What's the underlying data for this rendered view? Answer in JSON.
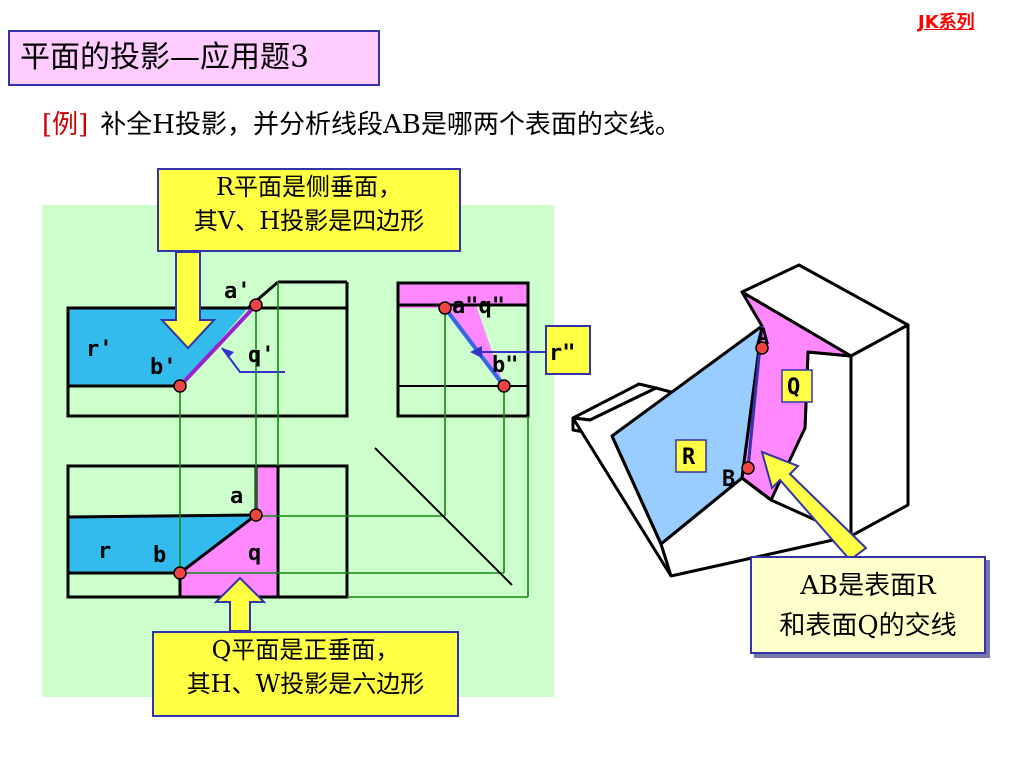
{
  "header": {
    "title": "平面的投影—应用题3",
    "series_tag": "JK系列"
  },
  "example": {
    "tag": "[例]",
    "text": "补全H投影，并分析线段AB是哪两个表面的交线。"
  },
  "callouts": {
    "r_plane_line1": "R平面是侧垂面，",
    "r_plane_line2": "其V、H投影是四边形",
    "q_plane_line1": "Q平面是正垂面，",
    "q_plane_line2": "其H、W投影是六边形",
    "ab_line1": "AB是表面R",
    "ab_line2": "和表面Q的交线"
  },
  "labels": {
    "a_prime": "a'",
    "b_prime": "b'",
    "q_prime": "q'",
    "r_prime": "r'",
    "a_dq": "a\"q\"",
    "b_dq": "b\"",
    "r_dq": "r\"",
    "a": "a",
    "b": "b",
    "q": "q",
    "r": "r",
    "A": "A",
    "B": "B",
    "Q": "Q",
    "R": "R"
  },
  "colors": {
    "title_bg": "#ffccff",
    "callout": "#ffff44",
    "green_bg": "#ccffcc",
    "cyan_face": "#33bbee",
    "pink_face": "#ff88ff",
    "blue_face": "#99ccff",
    "point": "#ee4444"
  }
}
